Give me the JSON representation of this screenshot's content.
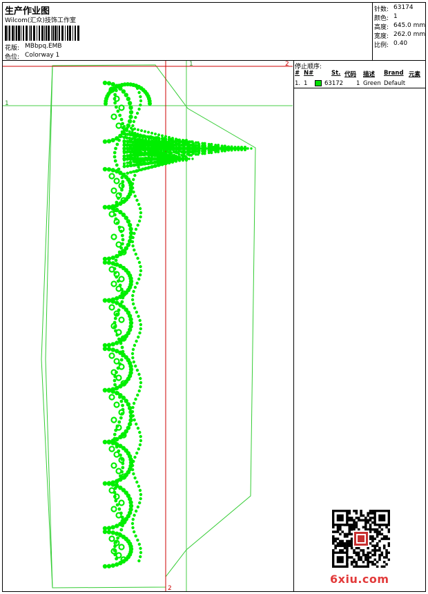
{
  "header": {
    "title": "生产作业图",
    "studio": "Wilcom(汇众)技饰工作室",
    "design_label": "花版:",
    "design_value": "MBbpq.EMB",
    "colorway_label": "色位:",
    "colorway_value": "Colorway 1"
  },
  "stats": {
    "stitches_label": "针数:",
    "stitches_value": "63174",
    "colors_label": "颜色:",
    "colors_value": "1",
    "height_label": "高度:",
    "height_value": "645.0 mm",
    "width_label": "宽度:",
    "width_value": "262.0 mm",
    "scale_label": "比例:",
    "scale_value": "0.40"
  },
  "stop_sequence": {
    "title": "停止顺序:",
    "columns": [
      "#",
      "N#",
      "St.",
      "代码",
      "描述",
      "Brand",
      "元素"
    ],
    "rows": [
      {
        "index": "1.",
        "needle": "1",
        "stitches": "63172",
        "code": "1",
        "description": "Green",
        "brand": "Default",
        "color": "#00e000"
      }
    ]
  },
  "guides": {
    "marker_1_top": "1",
    "marker_2_top": "2",
    "marker_1_left": "1",
    "marker_2_bottom": "2"
  },
  "colors": {
    "embroidery": "#00ee00",
    "outline": "#33cc33",
    "guide_green": "#44cc44",
    "guide_red": "#cc0000"
  },
  "watermark": {
    "text": "6xiu.com"
  }
}
